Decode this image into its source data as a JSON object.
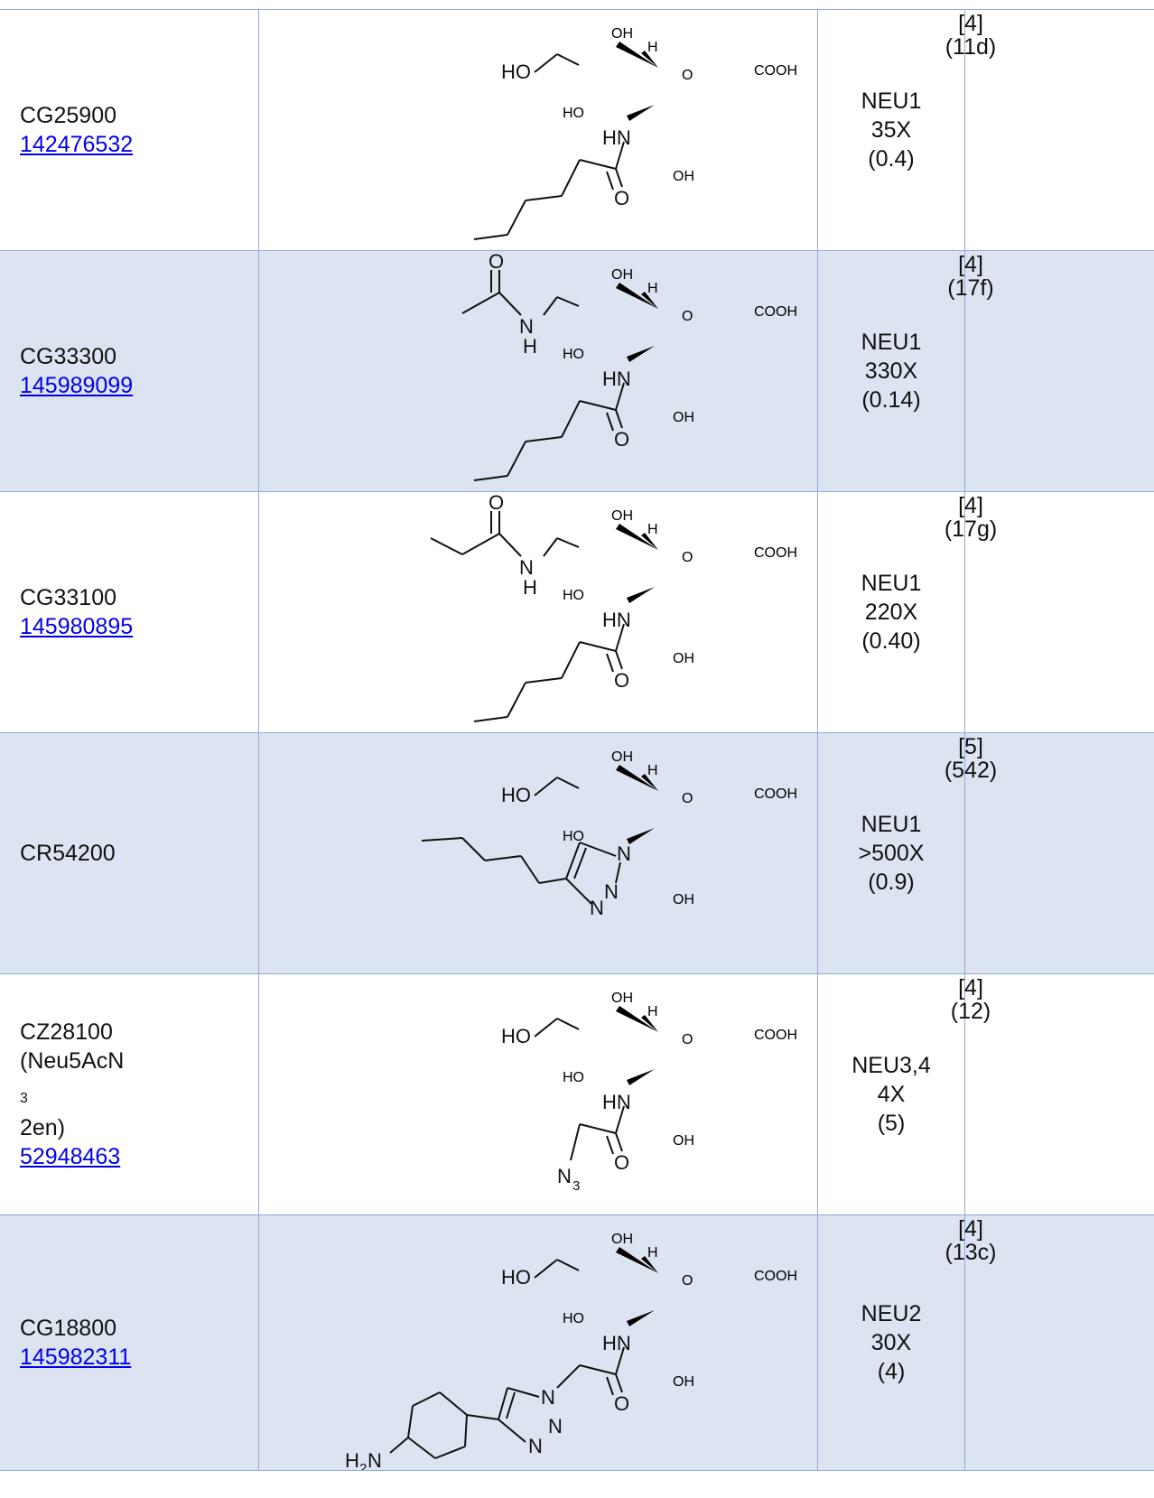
{
  "rows": [
    {
      "code": "CG25900",
      "code_extra": "",
      "link": "142476532",
      "enzyme": "NEU1",
      "fold": "35X",
      "value": "(0.4)",
      "ref": "[4]",
      "compound": "(11d)"
    },
    {
      "code": "CG33300",
      "code_extra": "",
      "link": "145989099",
      "enzyme": "NEU1",
      "fold": "330X",
      "value": "(0.14)",
      "ref": "[4]",
      "compound": "(17f)"
    },
    {
      "code": "CG33100",
      "code_extra": "",
      "link": "145980895",
      "enzyme": "NEU1",
      "fold": "220X",
      "value": "(0.40)",
      "ref": "[4]",
      "compound": "(17g)"
    },
    {
      "code": "CR54200",
      "code_extra": "",
      "link": "",
      "enzyme": "NEU1",
      "fold": ">500X",
      "value": "(0.9)",
      "ref": "[5]",
      "compound": "(542)"
    },
    {
      "code": "CZ28100",
      "code_extra_pre": "(Neu5AcN",
      "code_extra_sub": "3",
      "code_extra_post": "2en)",
      "link": "52948463",
      "enzyme": "NEU3,4",
      "fold": "4X",
      "value": "(5)",
      "ref": "[4]",
      "compound": "(12)"
    },
    {
      "code": "CG18800",
      "code_extra": "",
      "link": "145982311",
      "enzyme": "NEU2",
      "fold": "30X",
      "value": "(4)",
      "ref": "[4]",
      "compound": "(13c)"
    }
  ],
  "atoms": {
    "oh": "OH",
    "h": "H",
    "o": "O",
    "cooh": "COOH",
    "ho": "HO",
    "hn": "HN",
    "n": "N",
    "nh_h": "H",
    "n3": "N",
    "n3_sub": "3",
    "h2n": "H",
    "h2n_sub": "2",
    "h2n_post": "N"
  }
}
